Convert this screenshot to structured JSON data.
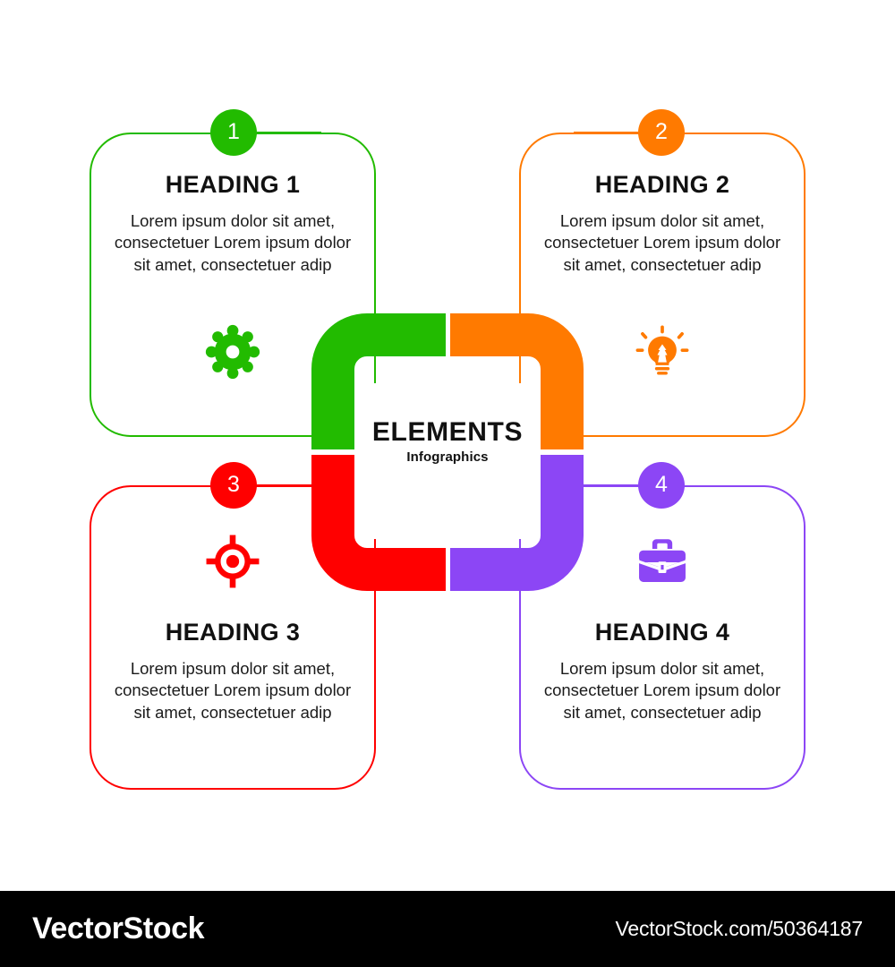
{
  "center": {
    "title": "ELEMENTS",
    "subtitle": "Infographics"
  },
  "palette": {
    "green": "#22bb00",
    "orange": "#ff7a00",
    "red": "#ff0000",
    "purple": "#8c46f5",
    "text": "#111111",
    "background": "#ffffff",
    "watermark_bar": "#000000"
  },
  "panels": [
    {
      "number": "1",
      "heading": "HEADING 1",
      "body": "Lorem ipsum dolor sit amet, consectetuer Lorem ipsum dolor sit amet, consectetuer adip",
      "color": "#22bb00",
      "icon": "gear-icon"
    },
    {
      "number": "2",
      "heading": "HEADING 2",
      "body": "Lorem ipsum dolor sit amet, consectetuer Lorem ipsum dolor sit amet, consectetuer adip",
      "color": "#ff7a00",
      "icon": "lightbulb-icon"
    },
    {
      "number": "3",
      "heading": "HEADING 3",
      "body": "Lorem ipsum dolor sit amet, consectetuer Lorem ipsum dolor sit amet, consectetuer adip",
      "color": "#ff0000",
      "icon": "target-icon"
    },
    {
      "number": "4",
      "heading": "HEADING 4",
      "body": "Lorem ipsum dolor sit amet, consectetuer Lorem ipsum dolor sit amet, consectetuer adip",
      "color": "#8c46f5",
      "icon": "briefcase-icon"
    }
  ],
  "watermark": {
    "logo": "VectorStock",
    "url": "VectorStock.com/50364187"
  }
}
